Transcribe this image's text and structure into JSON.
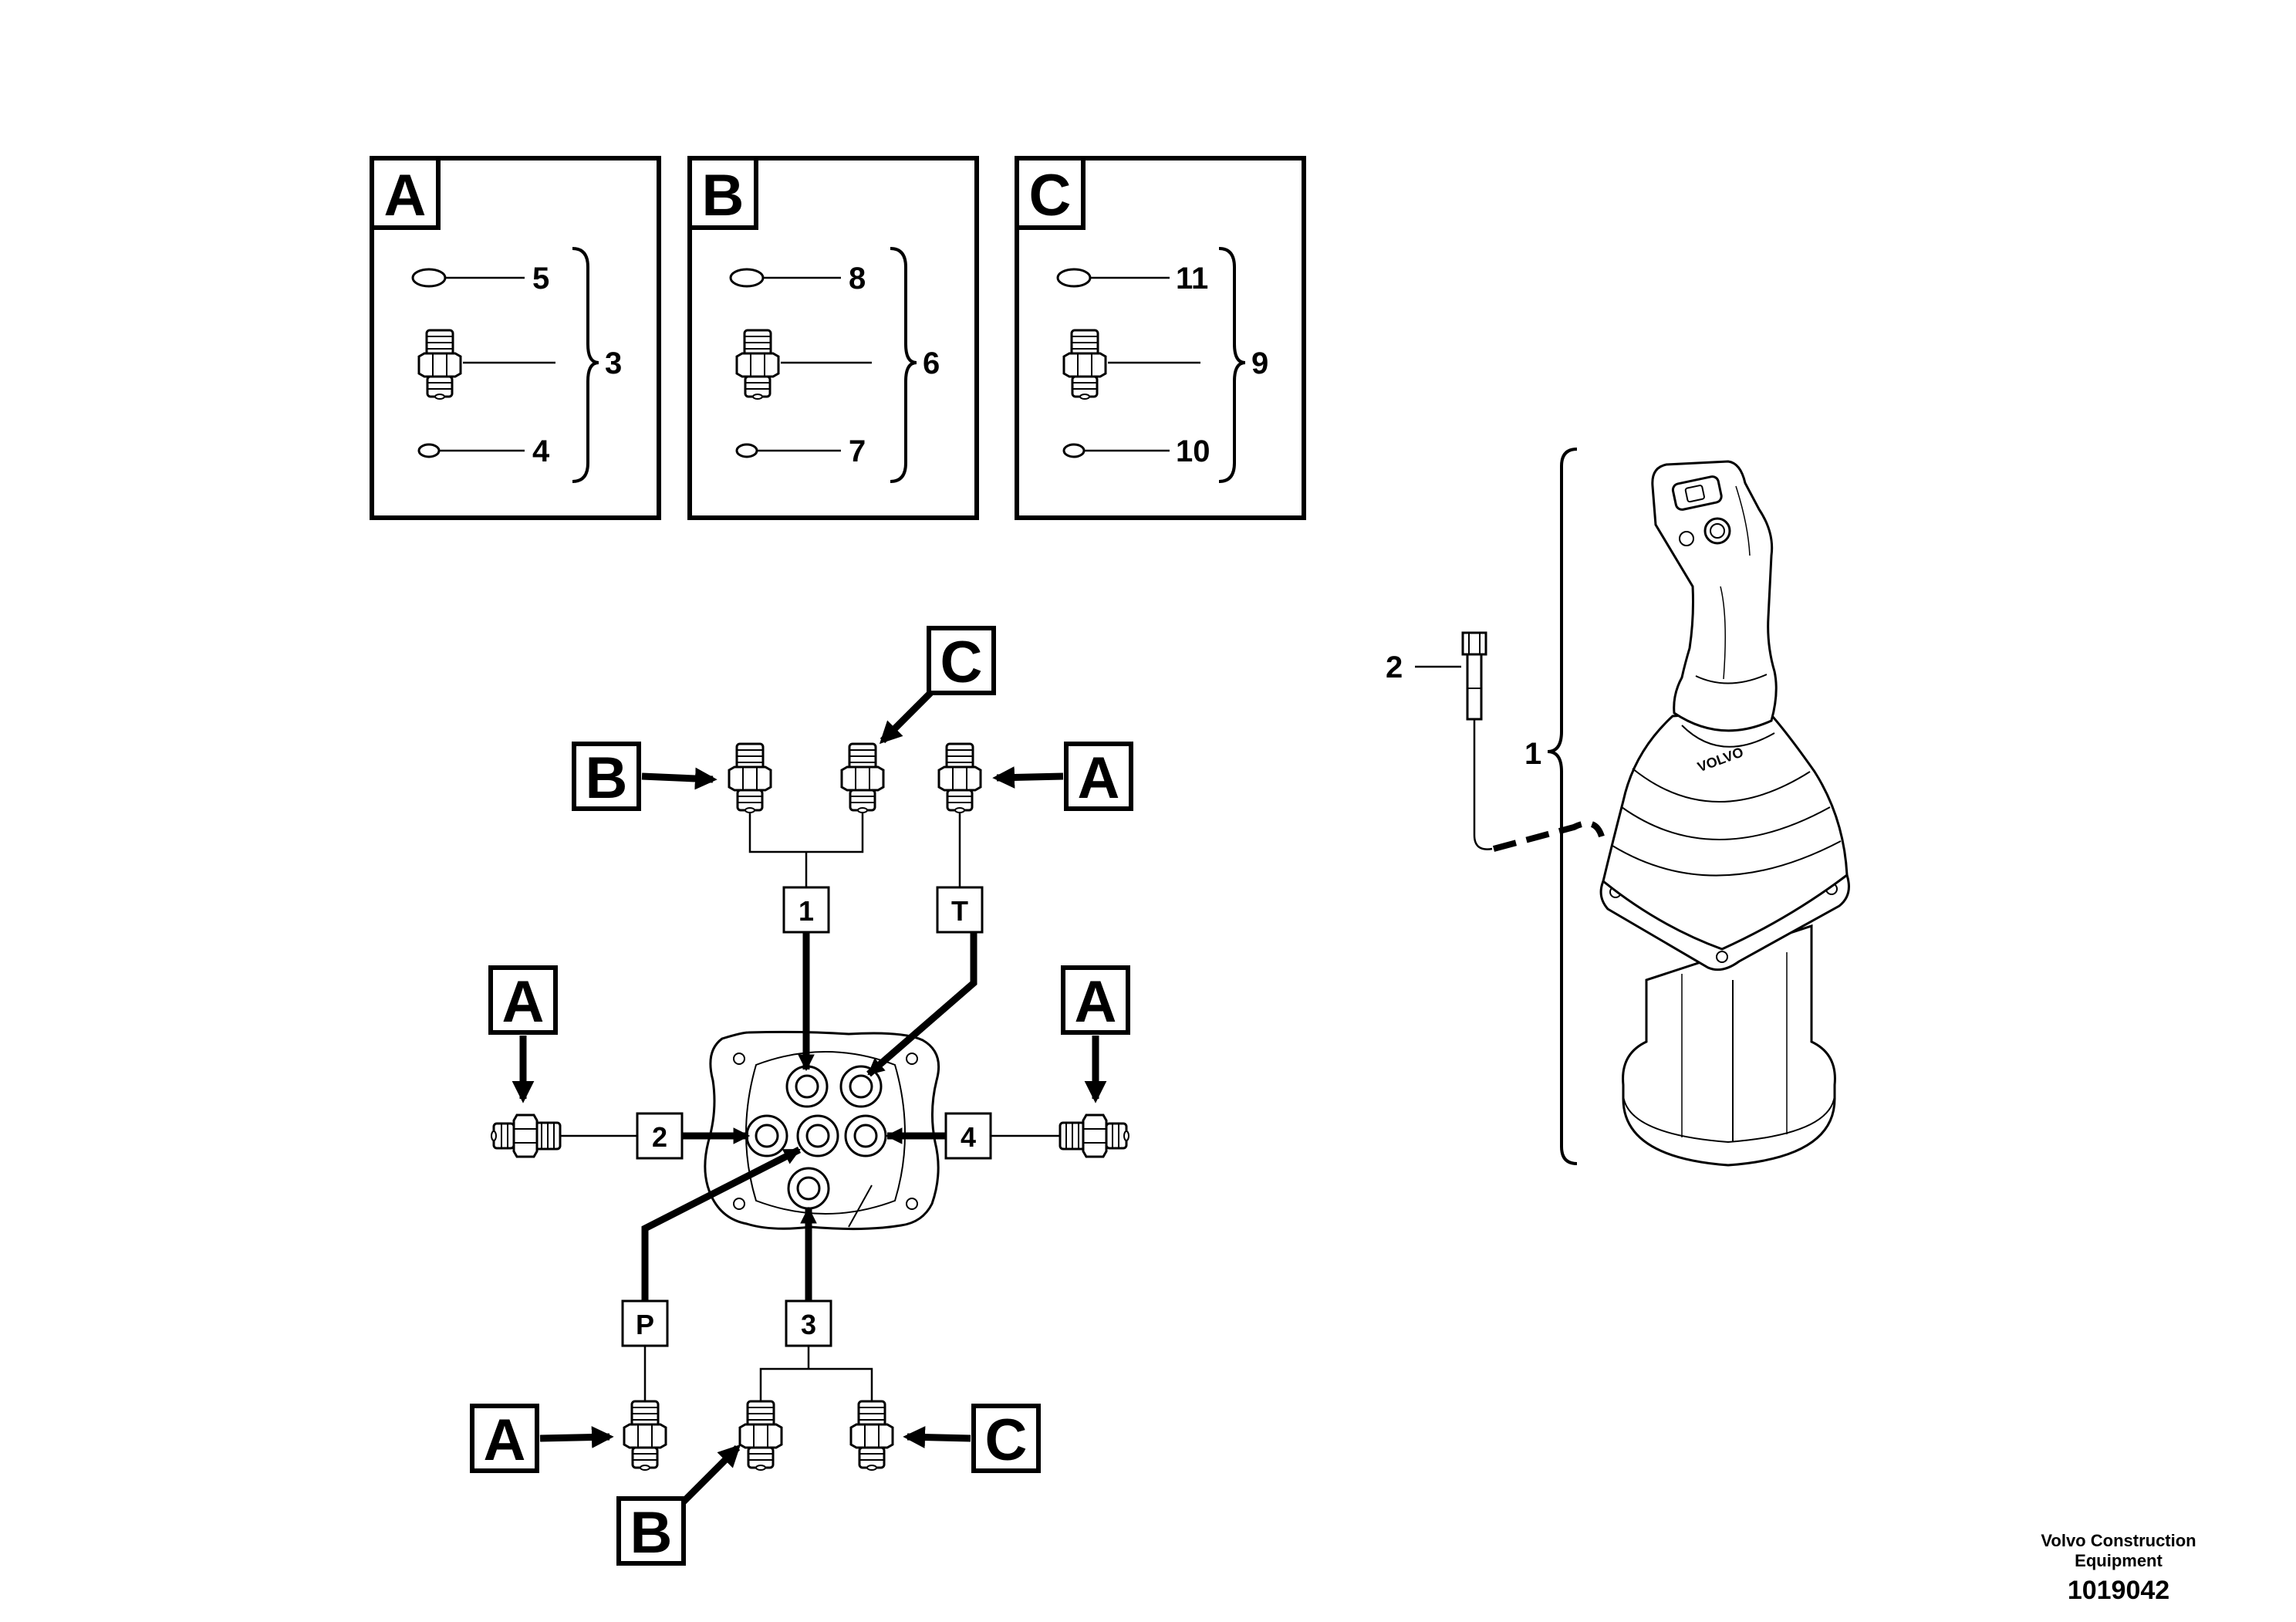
{
  "detail_boxes": [
    {
      "label": "A",
      "items": [
        {
          "ref": "5",
          "part": "o-ring large"
        },
        {
          "ref": "4",
          "part": "o-ring small"
        }
      ],
      "group": "3"
    },
    {
      "label": "B",
      "items": [
        {
          "ref": "8",
          "part": "o-ring large"
        },
        {
          "ref": "7",
          "part": "o-ring small"
        }
      ],
      "group": "6"
    },
    {
      "label": "C",
      "items": [
        {
          "ref": "11",
          "part": "o-ring large"
        },
        {
          "ref": "10",
          "part": "o-ring small"
        }
      ],
      "group": "9"
    }
  ],
  "fitting_tags": {
    "top_left": "B",
    "top_mid": "C",
    "top_right": "A",
    "left": "A",
    "right": "A",
    "bottom_left": "A",
    "bottom_mid": "B",
    "bottom_right": "C"
  },
  "ports": {
    "top_left": "1",
    "top_right": "T",
    "left": "2",
    "right": "4",
    "bottom_left": "P",
    "bottom_right": "3"
  },
  "joystick": {
    "bolt_ref": "2",
    "assembly_ref": "1",
    "boot_text": "VOLVO"
  },
  "footer": {
    "brand_line1": "Volvo Construction",
    "brand_line2": "Equipment",
    "doc_number": "1019042"
  }
}
